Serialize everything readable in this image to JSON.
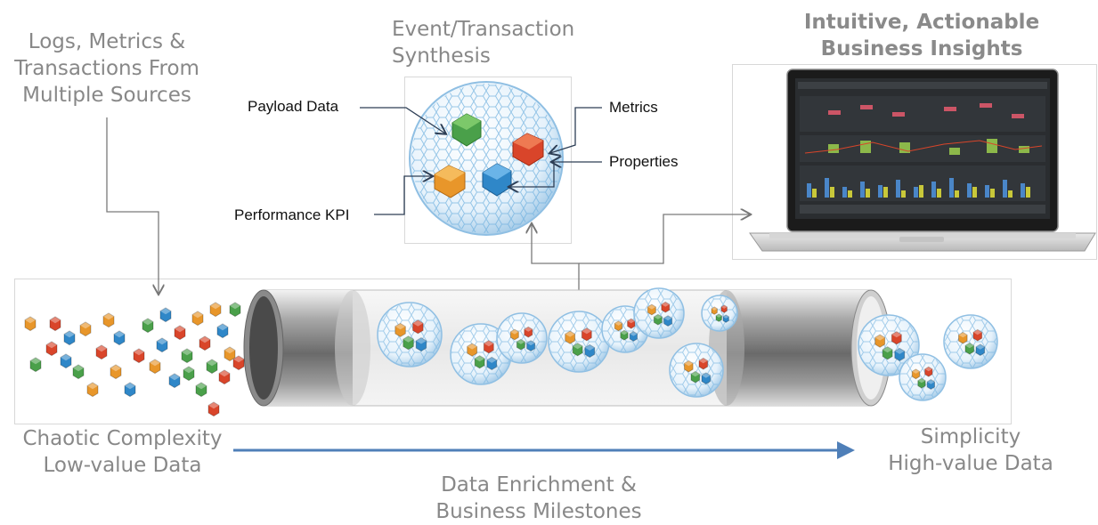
{
  "labels": {
    "sources": {
      "line1": "Logs, Metrics &",
      "line2": "Transactions From",
      "line3": "Multiple Sources"
    },
    "synthesis": {
      "line1": "Event/Transaction",
      "line2": "Synthesis"
    },
    "insights": {
      "line1": "Intuitive, Actionable",
      "line2": "Business Insights"
    },
    "chaotic": {
      "line1": "Chaotic Complexity",
      "line2": "Low-value Data"
    },
    "simplicity": {
      "line1": "Simplicity",
      "line2": "High-value Data"
    },
    "enrichment": {
      "line1": "Data Enrichment &",
      "line2": "Business Milestones"
    }
  },
  "callouts": {
    "payload": "Payload Data",
    "metrics": "Metrics",
    "properties": "Properties",
    "kpi": "Performance KPI"
  },
  "colors": {
    "cube_orange": "#e8962a",
    "cube_red": "#d9452a",
    "cube_green": "#4aa04a",
    "cube_blue": "#2f87c8",
    "arrow_blue": "#4f7fb8",
    "label_gray": "#888888"
  }
}
